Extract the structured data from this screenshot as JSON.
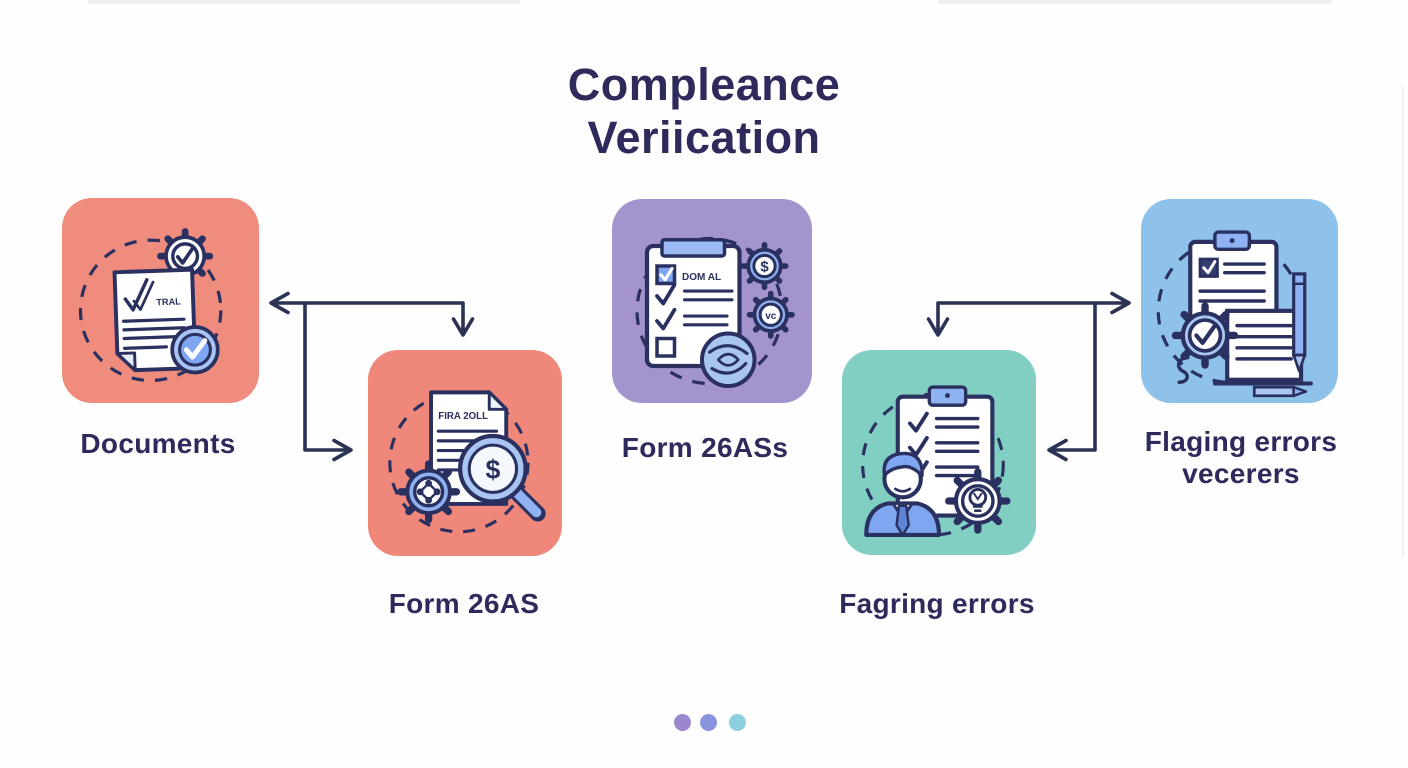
{
  "title": {
    "line1": "Compleance",
    "line2": "Veriication",
    "color": "#2e2a5c"
  },
  "steps": [
    {
      "id": "documents",
      "label": "Documents",
      "tile_color": "#f08c7e",
      "icon": "document-gear-check-icon",
      "icon_text": "TRAL"
    },
    {
      "id": "form-26as",
      "label": "Form 26AS",
      "tile_color": "#f0877b",
      "icon": "document-magnifier-dollar-icon",
      "icon_text": "FIRA 2OLL"
    },
    {
      "id": "form-26ass",
      "label": "Form 26ASs",
      "tile_color": "#a494cd",
      "icon": "checklist-gears-globe-icon",
      "icon_text": "DOM AL"
    },
    {
      "id": "fagring-errors",
      "label": "Fagring errors",
      "tile_color": "#81cec2",
      "icon": "person-checklist-bulb-gear-icon",
      "icon_text": ""
    },
    {
      "id": "flaging-errors",
      "label": "Flaging errors vecerers",
      "tile_color": "#8fc2eb",
      "icon": "clipboard-pen-gear-check-icon",
      "icon_text": ""
    }
  ],
  "icon_texts": {
    "dollar": "$",
    "glasses": "vc"
  },
  "arrow_color": "#2b3254",
  "pagination": {
    "dots": [
      {
        "color": "#9c87ce"
      },
      {
        "color": "#8a93dd"
      },
      {
        "color": "#8ccfdf"
      }
    ]
  }
}
